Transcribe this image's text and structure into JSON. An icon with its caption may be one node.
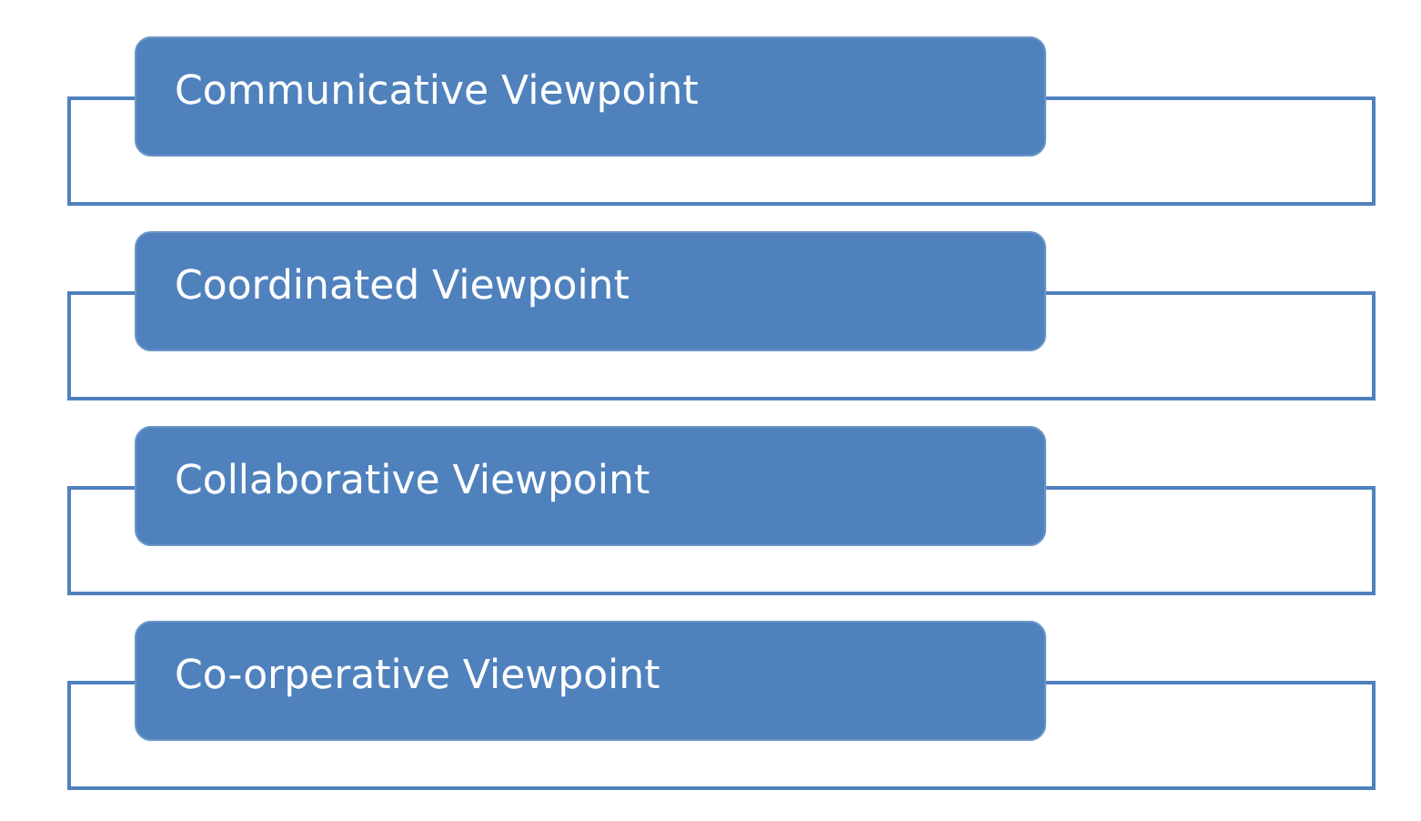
{
  "diagram": {
    "nodes": [
      {
        "text": [
          "Communicative Viewpoint"
        ]
      },
      {
        "text": [
          "Coordinated Viewpoint"
        ]
      },
      {
        "text": [
          "Collaborative Viewpoint"
        ]
      },
      {
        "text": [
          "Co-orperative Viewpoint"
        ]
      }
    ]
  }
}
